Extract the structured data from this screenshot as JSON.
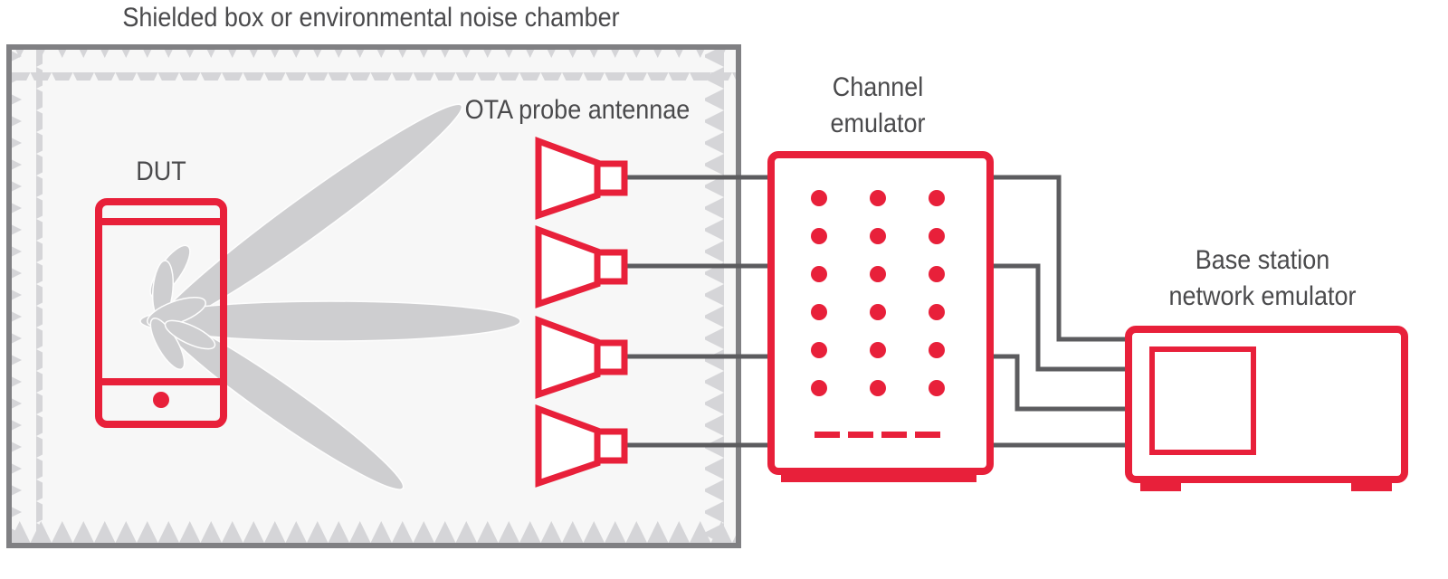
{
  "labels": {
    "chamber": "Shielded box or environmental noise chamber",
    "ota": "OTA probe antennae",
    "dut": "DUT",
    "channel_line1": "Channel",
    "channel_line2": "emulator",
    "base_line1": "Base station",
    "base_line2": "network emulator"
  },
  "colors": {
    "accent": "#e8203a",
    "chamber_frame": "#808083",
    "chamber_absorber": "#d5d5d8",
    "chamber_interior": "#f7f7f7",
    "cable": "#5c5c5f",
    "beam": "#c8c8ca",
    "text": "#4a4a4c"
  }
}
